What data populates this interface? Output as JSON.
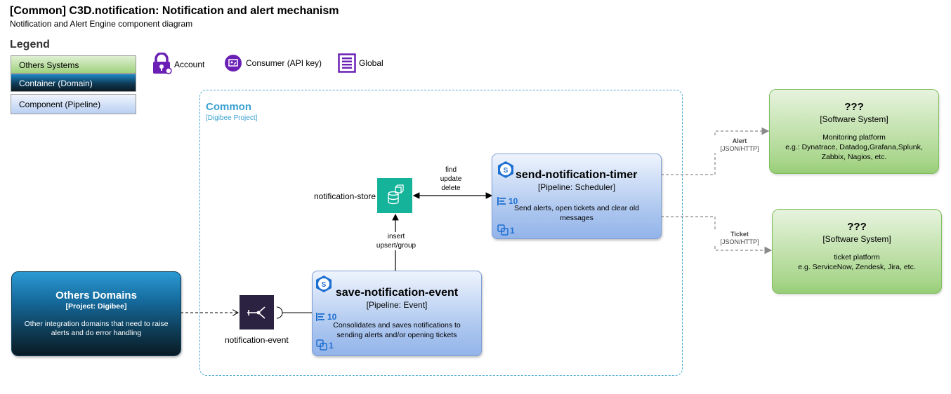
{
  "header": {
    "title": "[Common] C3D.notification: Notification and alert mechanism",
    "subtitle": "Notification and Alert Engine component diagram"
  },
  "legend": {
    "title": "Legend",
    "boxes": [
      {
        "label": "Others Systems"
      },
      {
        "label": "Container (Domain)"
      },
      {
        "label": "Component (Pipeline)"
      }
    ],
    "icons": [
      {
        "label": "Account",
        "icon": "lock-icon"
      },
      {
        "label": "Consumer (API key)",
        "icon": "api-key-icon"
      },
      {
        "label": "Global",
        "icon": "global-list-icon"
      }
    ]
  },
  "boundary": {
    "name": "Common",
    "type": "[Digibee Project]"
  },
  "pipelines": {
    "timer": {
      "name": "send-notification-timer",
      "type": "[Pipeline: Scheduler]",
      "description_lines": [
        "Send alerts, open tickets and clear old",
        "messages"
      ],
      "replicas": "10",
      "instances": "1"
    },
    "event": {
      "name": "save-notification-event",
      "type": "[Pipeline: Event]",
      "description_lines": [
        "Consolidates and saves notifications to",
        "sending alerts and/or opening tickets"
      ],
      "replicas": "10",
      "instances": "1"
    }
  },
  "nodes": {
    "store": {
      "label": "notification-store"
    },
    "event": {
      "label": "notification-event"
    }
  },
  "domain": {
    "name": "Others Domains",
    "type": "[Project: Digibee]",
    "description_lines": [
      "Other integration domains that need to raise",
      "alerts and do error handling"
    ]
  },
  "systems": {
    "monitoring": {
      "name": "???",
      "type": "[Software System]",
      "description_lines": [
        "Monitoring platform",
        "e.g.: Dynatrace, Datadog,Grafana,Splunk,",
        "Zabbix, Nagios, etc."
      ]
    },
    "ticket": {
      "name": "???",
      "type": "[Software System]",
      "description_lines": [
        "ticket platform",
        "e.g. ServiceNow, Zendesk, Jira, etc."
      ]
    }
  },
  "edges": {
    "store_timer": {
      "lines": [
        "find",
        "update",
        "delete"
      ]
    },
    "event_store": {
      "lines": [
        "insert",
        "upsert/group"
      ]
    },
    "alert": {
      "label": "Alert",
      "tech": "[JSON/HTTP]"
    },
    "ticket": {
      "label": "Ticket",
      "tech": "[JSON/HTTP]"
    }
  },
  "colors": {
    "boundary": "#4aa8d0",
    "component_fill": "#a9c4ee",
    "system_fill": "#a9d68c",
    "container_fill": "#0e3d57",
    "legend_icon": "#6a1fb5",
    "store_icon": "#14b39a",
    "event_icon": "#2a2240"
  }
}
